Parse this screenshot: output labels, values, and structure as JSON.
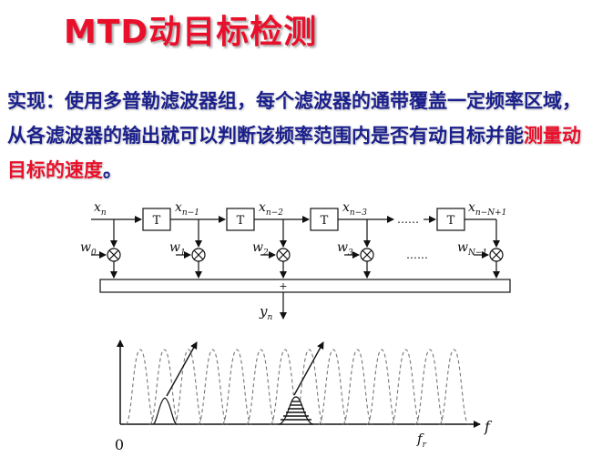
{
  "slide": {
    "title": "MTD动目标检测",
    "text_prefix": "实现：使用多普勒滤波器组，每个滤波器的通带覆盖一定频率区域，从各滤波器的输出就可以判断该频率范围内是否有动目标并能",
    "text_highlight": "测量动目标的速度",
    "text_suffix": "。"
  },
  "filter_diagram": {
    "delay_label": "T",
    "sum_label": "+",
    "dots": "……",
    "inputs": [
      {
        "base": "x",
        "sub": "n"
      },
      {
        "base": "x",
        "sub": "n−1"
      },
      {
        "base": "x",
        "sub": "n−2"
      },
      {
        "base": "x",
        "sub": "n−3"
      },
      {
        "base": "x",
        "sub": "n−N+1"
      }
    ],
    "weights": [
      {
        "base": "w",
        "sub": "0"
      },
      {
        "base": "w",
        "sub": "1"
      },
      {
        "base": "w",
        "sub": "2"
      },
      {
        "base": "w",
        "sub": "3"
      },
      {
        "base": "w",
        "sub": "N−1"
      }
    ],
    "output": {
      "base": "y",
      "sub": "n"
    }
  },
  "spectrum_plot": {
    "origin_label": "0",
    "x_axis_label": "f",
    "fr_label": {
      "base": "f",
      "sub": "r"
    }
  }
}
